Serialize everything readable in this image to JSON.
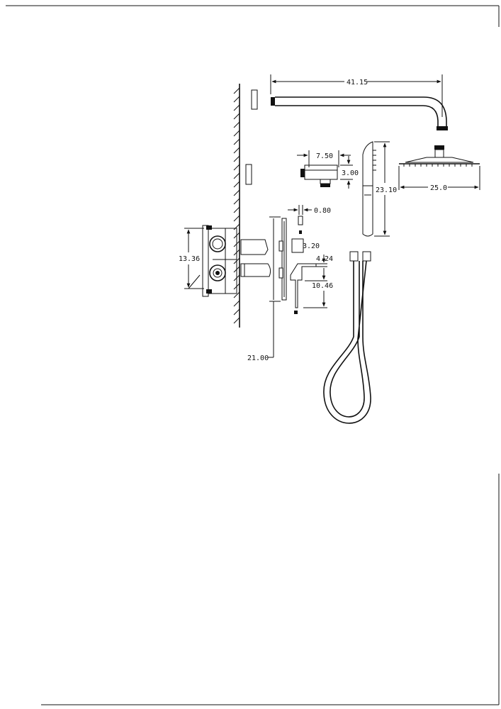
{
  "drawing": {
    "dimensions": {
      "arm_length": "41.15",
      "outlet_width": "7.50",
      "outlet_height": "3.00",
      "hand_shower_length": "23.10",
      "shower_head_width": "25.0",
      "valve_height": "13.36",
      "plate_thickness": "0.80",
      "handle_width": "3.20",
      "handle_depth": "4.24",
      "handle_height": "10.46",
      "plate_height": "21.00"
    }
  }
}
